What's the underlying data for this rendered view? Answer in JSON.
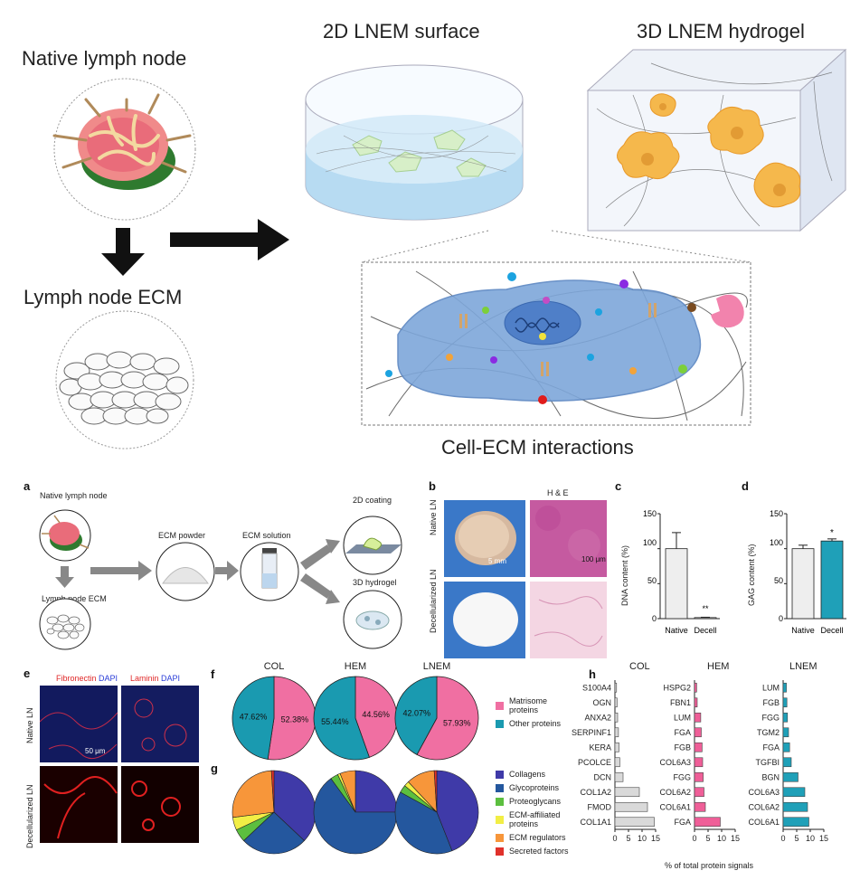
{
  "overview": {
    "native_lymph_node": "Native lymph node",
    "lymph_node_ecm": "Lymph node ECM",
    "surface_2d": "2D LNEM surface",
    "hydrogel_3d": "3D LNEM hydrogel",
    "cell_ecm": "Cell-ECM interactions"
  },
  "panel_a": {
    "letter": "a",
    "native": "Native lymph node",
    "ecm": "Lymph node ECM",
    "powder": "ECM powder",
    "solution": "ECM solution",
    "coating": "2D coating",
    "hydrogel": "3D hydrogel"
  },
  "panel_b": {
    "letter": "b",
    "he": "H & E",
    "row_native": "Native LN",
    "row_decell": "Decellularized LN",
    "scale_5mm": "5 mm",
    "scale_100um": "100 μm"
  },
  "panel_c": {
    "letter": "c",
    "ylabel": "DNA content (%)",
    "ticks": [
      "0",
      "50",
      "100",
      "150"
    ],
    "categories": [
      "Native",
      "Decell"
    ],
    "sig": "**"
  },
  "panel_d": {
    "letter": "d",
    "ylabel": "GAG content (%)",
    "ticks": [
      "0",
      "50",
      "100",
      "150"
    ],
    "categories": [
      "Native",
      "Decell"
    ],
    "sig": "*"
  },
  "panel_e": {
    "letter": "e",
    "fibronectin": "Fibronectin",
    "dapi": "DAPI",
    "laminin": "Laminin",
    "row_native": "Native LN",
    "row_decell": "Decellularized LN",
    "scale": "50 μm"
  },
  "panel_f": {
    "letter": "f",
    "titles": [
      "COL",
      "HEM",
      "LNEM"
    ]
  },
  "panel_g": {
    "letter": "g"
  },
  "panel_h": {
    "letter": "h",
    "titles": [
      "COL",
      "HEM",
      "LNEM"
    ],
    "xlabel": "% of total protein signals",
    "ticks": [
      "0",
      "5",
      "10",
      "15"
    ]
  },
  "legend_f": [
    "Matrisome proteins",
    "Other proteins"
  ],
  "legend_g": [
    "Collagens",
    "Glycoproteins",
    "Proteoglycans",
    "ECM-affiliated proteins",
    "ECM regulators",
    "Secreted factors"
  ],
  "colors": {
    "matrisome": "#f06fa2",
    "other": "#1a9ab0",
    "collagens": "#3f3aa8",
    "glycoproteins": "#24579e",
    "proteoglycans": "#5cbf3f",
    "ecm_affiliated": "#f2ee45",
    "ecm_regulators": "#f7963a",
    "secreted": "#e0312b",
    "bar_col": "#d9d9d9",
    "bar_hem": "#ef5f98",
    "bar_lnem": "#1fa0b8"
  },
  "chart_data": [
    {
      "type": "bar",
      "panel": "c",
      "categories": [
        "Native",
        "Decell"
      ],
      "values": [
        100,
        1.5
      ],
      "errors": [
        23,
        0.5
      ],
      "ylabel": "DNA content (%)",
      "ylim": [
        0,
        150
      ]
    },
    {
      "type": "bar",
      "panel": "d",
      "categories": [
        "Native",
        "Decell"
      ],
      "values": [
        100,
        111
      ],
      "errors": [
        5,
        3
      ],
      "ylabel": "GAG content (%)",
      "ylim": [
        0,
        150
      ]
    },
    {
      "type": "pie",
      "panel": "f",
      "charts": [
        {
          "title": "COL",
          "slices": [
            {
              "label": "52.38%",
              "value": 52.38
            },
            {
              "label": "47.62%",
              "value": 47.62
            }
          ]
        },
        {
          "title": "HEM",
          "slices": [
            {
              "label": "44.56%",
              "value": 44.56
            },
            {
              "label": "55.44%",
              "value": 55.44
            }
          ]
        },
        {
          "title": "LNEM",
          "slices": [
            {
              "label": "57.93%",
              "value": 57.93
            },
            {
              "label": "42.07%",
              "value": 42.07
            }
          ]
        }
      ]
    },
    {
      "type": "pie",
      "panel": "g",
      "categories": [
        "Collagens",
        "Glycoproteins",
        "Proteoglycans",
        "ECM-affiliated proteins",
        "ECM regulators",
        "Secreted factors"
      ],
      "charts": [
        {
          "title": "COL",
          "values": [
            37,
            26,
            5,
            5,
            26,
            1
          ]
        },
        {
          "title": "HEM",
          "values": [
            25,
            65,
            3,
            1,
            6,
            0
          ]
        },
        {
          "title": "LNEM",
          "values": [
            44,
            39,
            3,
            2,
            11,
            1
          ]
        }
      ]
    },
    {
      "type": "bar",
      "panel": "h",
      "orientation": "horizontal",
      "xlabel": "% of total protein signals",
      "xlim": [
        0,
        15
      ],
      "groups": [
        {
          "title": "COL",
          "categories": [
            "S100A4",
            "OGN",
            "ANXA2",
            "SERPINF1",
            "KERA",
            "PCOLCE",
            "DCN",
            "COL1A2",
            "FMOD",
            "COL1A1"
          ],
          "values": [
            0.6,
            0.8,
            1.0,
            1.3,
            1.5,
            1.8,
            3.0,
            9.0,
            12.0,
            14.5
          ]
        },
        {
          "title": "HEM",
          "categories": [
            "HSPG2",
            "FBN1",
            "LUM",
            "FGA",
            "FGB",
            "COL6A3",
            "FGG",
            "COL6A2",
            "COL6A1",
            "FGA"
          ],
          "values": [
            0.8,
            1.0,
            2.3,
            2.5,
            2.8,
            3.0,
            3.2,
            3.5,
            4.0,
            9.5
          ]
        },
        {
          "title": "LNEM",
          "categories": [
            "LUM",
            "FGB",
            "FGG",
            "TGM2",
            "FGA",
            "TGFBI",
            "BGN",
            "COL6A3",
            "COL6A2",
            "COL6A1"
          ],
          "values": [
            1.2,
            1.4,
            1.6,
            2.0,
            2.4,
            3.0,
            5.5,
            8.0,
            9.0,
            9.5
          ]
        }
      ]
    }
  ]
}
